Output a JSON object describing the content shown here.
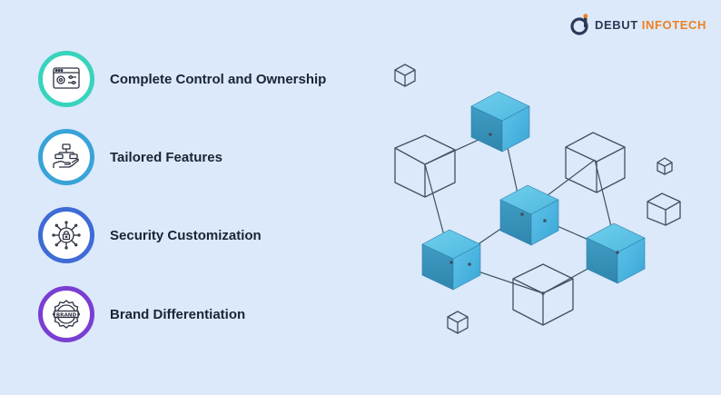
{
  "brand": {
    "name_part1": "DEBUT",
    "name_part2": "INFOTECH",
    "color_dark": "#2b3a55",
    "color_accent": "#f07f1f"
  },
  "features": [
    {
      "label": "Complete Control and Ownership",
      "icon": "control-panel-icon",
      "ring_color": "#38d3bd"
    },
    {
      "label": "Tailored Features",
      "icon": "hand-flowchart-icon",
      "ring_color": "#39a3d8"
    },
    {
      "label": "Security Customization",
      "icon": "lock-circuit-icon",
      "ring_color": "#3e6bd6"
    },
    {
      "label": "Brand Differentiation",
      "icon": "brand-badge-icon",
      "ring_color": "#7a3ed2"
    }
  ],
  "badge_text": "BRAND",
  "illustration": {
    "name": "blockchain-network-illustration",
    "filled_cube_color": "#4fb4dd",
    "outline_cube_color": "#3f5160"
  }
}
